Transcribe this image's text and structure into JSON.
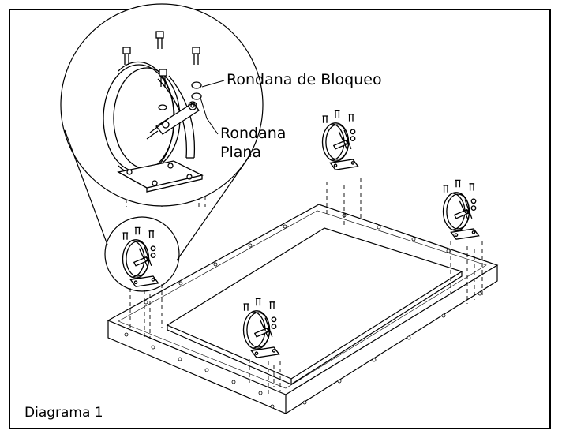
{
  "labels": {
    "lock_washer": "Rondana de Bloqueo",
    "flat_washer_line1": "Rondana",
    "flat_washer_line2": "Plana"
  },
  "caption": "Diagrama 1",
  "colors": {
    "line": "#000000",
    "background": "#ffffff"
  }
}
